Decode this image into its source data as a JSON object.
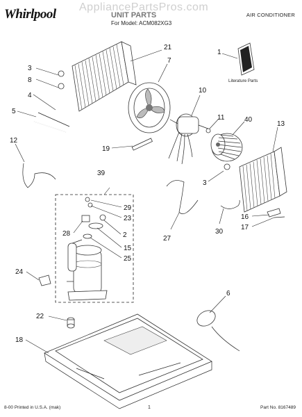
{
  "header": {
    "brand": "Whirlpool",
    "watermark": "AppliancePartsPros.com",
    "title": "UNIT PARTS",
    "subtitle": "For Model: ACM082XG3",
    "category": "AIR CONDITIONER"
  },
  "literature_label": "Literature Parts",
  "callouts": {
    "p1": "1",
    "p2": "2",
    "p3a": "3",
    "p3b": "3",
    "p4": "4",
    "p5": "5",
    "p6": "6",
    "p7": "7",
    "p8": "8",
    "p10": "10",
    "p11": "11",
    "p12": "12",
    "p13": "13",
    "p15": "15",
    "p16": "16",
    "p17": "17",
    "p18": "18",
    "p19": "19",
    "p21": "21",
    "p22": "22",
    "p23": "23",
    "p24": "24",
    "p25": "25",
    "p27": "27",
    "p28": "28",
    "p29": "29",
    "p30": "30",
    "p39": "39",
    "p40": "40"
  },
  "footer": {
    "printed": "8-00 Printed in U.S.A. (mak)",
    "page": "1",
    "part_no": "Part No. 8167489"
  }
}
